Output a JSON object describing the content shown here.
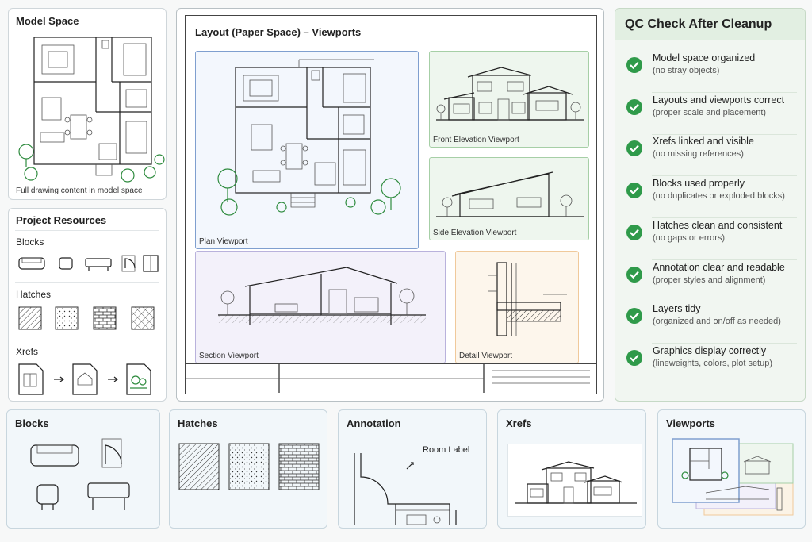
{
  "model_space": {
    "title": "Model Space",
    "caption": "Full drawing content in model space"
  },
  "project_resources": {
    "title": "Project Resources",
    "sections": [
      {
        "label": "Blocks",
        "icons": [
          "sofa-icon",
          "armchair-icon",
          "bench-icon",
          "door-swing-icon",
          "window-icon"
        ]
      },
      {
        "label": "Hatches",
        "icons": [
          "diagonal-hatch-icon",
          "dots-hatch-icon",
          "brick-hatch-icon",
          "crosshatch-icon"
        ]
      },
      {
        "label": "Xrefs",
        "icons": [
          "plan-file-icon",
          "house-file-icon",
          "tree-file-icon"
        ]
      }
    ]
  },
  "layout": {
    "title": "Layout (Paper Space) – Viewports",
    "viewports": {
      "plan": "Plan Viewport",
      "front": "Front Elevation Viewport",
      "side": "Side Elevation Viewport",
      "section": "Section Viewport",
      "detail": "Detail Viewport"
    }
  },
  "qc": {
    "title": "QC Check After Cleanup",
    "items": [
      {
        "label": "Model space organized",
        "sub": "(no stray objects)"
      },
      {
        "label": "Layouts and viewports correct",
        "sub": "(proper scale and placement)"
      },
      {
        "label": "Xrefs linked and visible",
        "sub": "(no missing references)"
      },
      {
        "label": "Blocks used properly",
        "sub": "(no duplicates or exploded blocks)"
      },
      {
        "label": "Hatches clean and consistent",
        "sub": "(no gaps or errors)"
      },
      {
        "label": "Annotation clear and readable",
        "sub": "(proper styles and alignment)"
      },
      {
        "label": "Layers tidy",
        "sub": "(organized and on/off as needed)"
      },
      {
        "label": "Graphics display correctly",
        "sub": "(lineweights, colors, plot setup)"
      }
    ]
  },
  "cards": {
    "blocks": "Blocks",
    "hatches": "Hatches",
    "annotation": "Annotation",
    "annotation_label": "Room Label",
    "xrefs": "Xrefs",
    "viewports": "Viewports"
  },
  "colors": {
    "check": "#2f9a4a",
    "plan_viewport": "#7f9fcf",
    "elevation_viewport": "#a6cfa6",
    "section_viewport": "#b9b2dc",
    "detail_viewport": "#f0c99b"
  }
}
